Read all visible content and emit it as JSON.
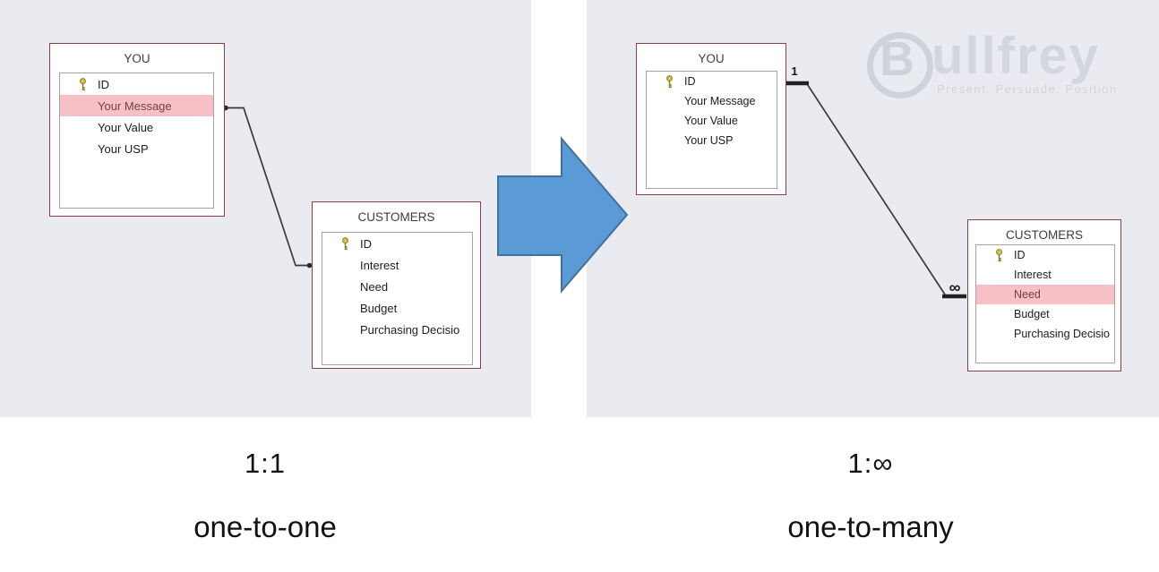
{
  "watermark": {
    "brand_initial": "B",
    "brand_rest": "ullfrey",
    "tagline": "Present. Persuade. Position"
  },
  "left_diagram": {
    "relation_label": "1:1",
    "relation_name": "one-to-one",
    "you_table": {
      "title": "YOU",
      "fields": [
        {
          "name": "ID",
          "key": true
        },
        {
          "name": "Your Message",
          "highlighted": true
        },
        {
          "name": "Your Value"
        },
        {
          "name": "Your USP"
        }
      ]
    },
    "customers_table": {
      "title": "CUSTOMERS",
      "fields": [
        {
          "name": "ID",
          "key": true
        },
        {
          "name": "Interest"
        },
        {
          "name": "Need"
        },
        {
          "name": "Budget"
        },
        {
          "name": "Purchasing Decisio"
        }
      ]
    }
  },
  "right_diagram": {
    "relation_label": "1:∞",
    "relation_name": "one-to-many",
    "one_marker": "1",
    "many_marker": "∞",
    "you_table": {
      "title": "YOU",
      "fields": [
        {
          "name": "ID",
          "key": true
        },
        {
          "name": "Your Message"
        },
        {
          "name": "Your Value"
        },
        {
          "name": "Your USP"
        }
      ]
    },
    "customers_table": {
      "title": "CUSTOMERS",
      "fields": [
        {
          "name": "ID",
          "key": true
        },
        {
          "name": "Interest"
        },
        {
          "name": "Need",
          "highlighted": true
        },
        {
          "name": "Budget"
        },
        {
          "name": "Purchasing Decisio"
        }
      ]
    }
  },
  "colors": {
    "panel_background": "#e9ebf1",
    "table_border": "#8b3e44",
    "field_box_border": "#a8a2a2",
    "highlight_row": "#f7c0c6",
    "highlight_text": "#6e4348",
    "connector": "#3a3a3a",
    "arrow_fill": "#5b9bd5",
    "arrow_stroke": "#41719c",
    "key_icon_gold": "#dcb93e",
    "watermark_gray": "#d3d6df"
  }
}
